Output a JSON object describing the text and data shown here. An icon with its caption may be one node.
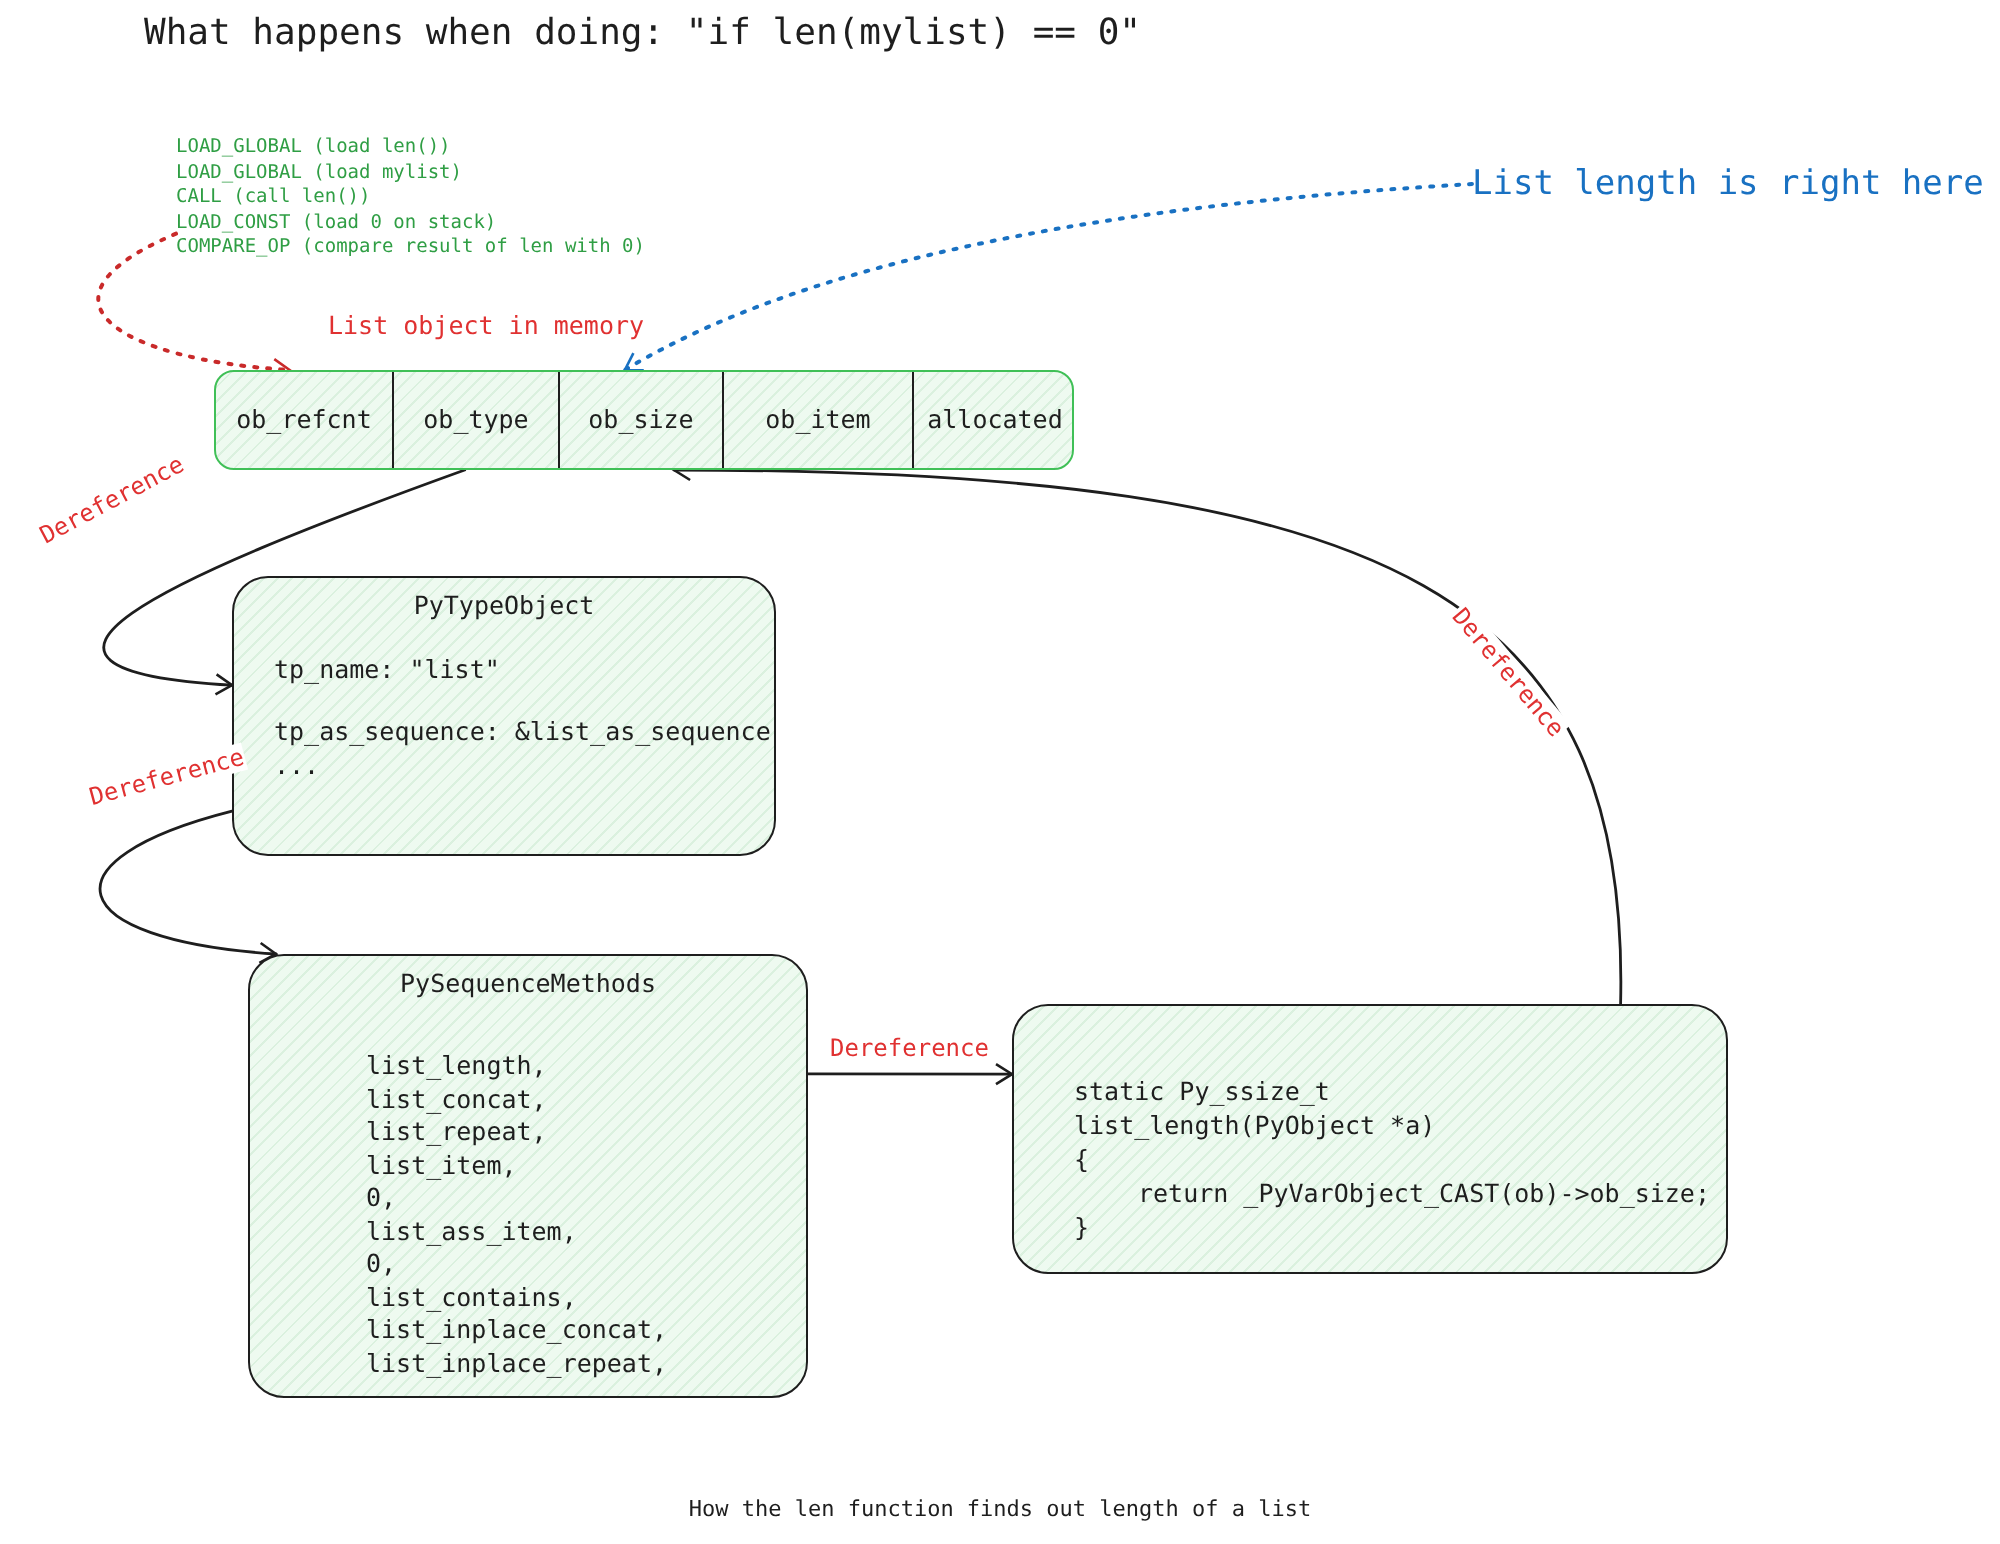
{
  "diagram": {
    "title": "What happens when doing: \"if len(mylist) == 0\"",
    "caption": "How the len function finds out length of a list",
    "nodes": [
      {
        "text": [
          "LOAD_GLOBAL (load len())",
          "LOAD_GLOBAL (load mylist)",
          "CALL (call len())",
          "LOAD_CONST (load 0 on stack)",
          "COMPARE_OP (compare result of len with 0)"
        ]
      },
      {
        "text": [
          "List length is right here"
        ]
      },
      {
        "text": [
          "List object in memory"
        ]
      },
      {
        "text": [
          "ob_refcnt"
        ],
        "in": 2
      },
      {
        "text": [
          "ob_type"
        ],
        "in": 2
      },
      {
        "text": [
          "ob_size"
        ],
        "in": 2
      },
      {
        "text": [
          "ob_item"
        ],
        "in": 2
      },
      {
        "text": [
          "allocated"
        ],
        "in": 2
      },
      {
        "text": [
          "PyTypeObject",
          "tp_name: \"list\"",
          "tp_as_sequence: &list_as_sequence",
          "..."
        ]
      },
      {
        "text": [
          "PySequenceMethods",
          "list_length,",
          "list_concat,",
          "list_repeat,",
          "list_item,",
          "0,",
          "list_ass_item,",
          "0,",
          "list_contains,",
          "list_inplace_concat,",
          "list_inplace_repeat,"
        ]
      },
      {
        "text": [
          "static Py_ssize_t",
          "list_length(PyObject *a)",
          "{",
          "return _PyVarObject_CAST(ob)->ob_size;",
          "}"
        ]
      }
    ],
    "edges": [
      {
        "from": 0,
        "to": 3,
        "arrow": "to",
        "style": "dashed",
        "color": "#c92a2a"
      },
      {
        "from": 1,
        "to": 5,
        "arrow": "to",
        "style": "dashed",
        "color": "#1971c2"
      },
      {
        "from": 4,
        "to": 8,
        "arrow": "to",
        "label": "Dereference"
      },
      {
        "from": 8,
        "to": 9,
        "arrow": "to",
        "label": "Dereference"
      },
      {
        "from": 9,
        "to": 10,
        "arrow": "to",
        "label": "Dereference"
      },
      {
        "from": 10,
        "to": 5,
        "arrow": "to",
        "label": "Dereference"
      }
    ]
  }
}
